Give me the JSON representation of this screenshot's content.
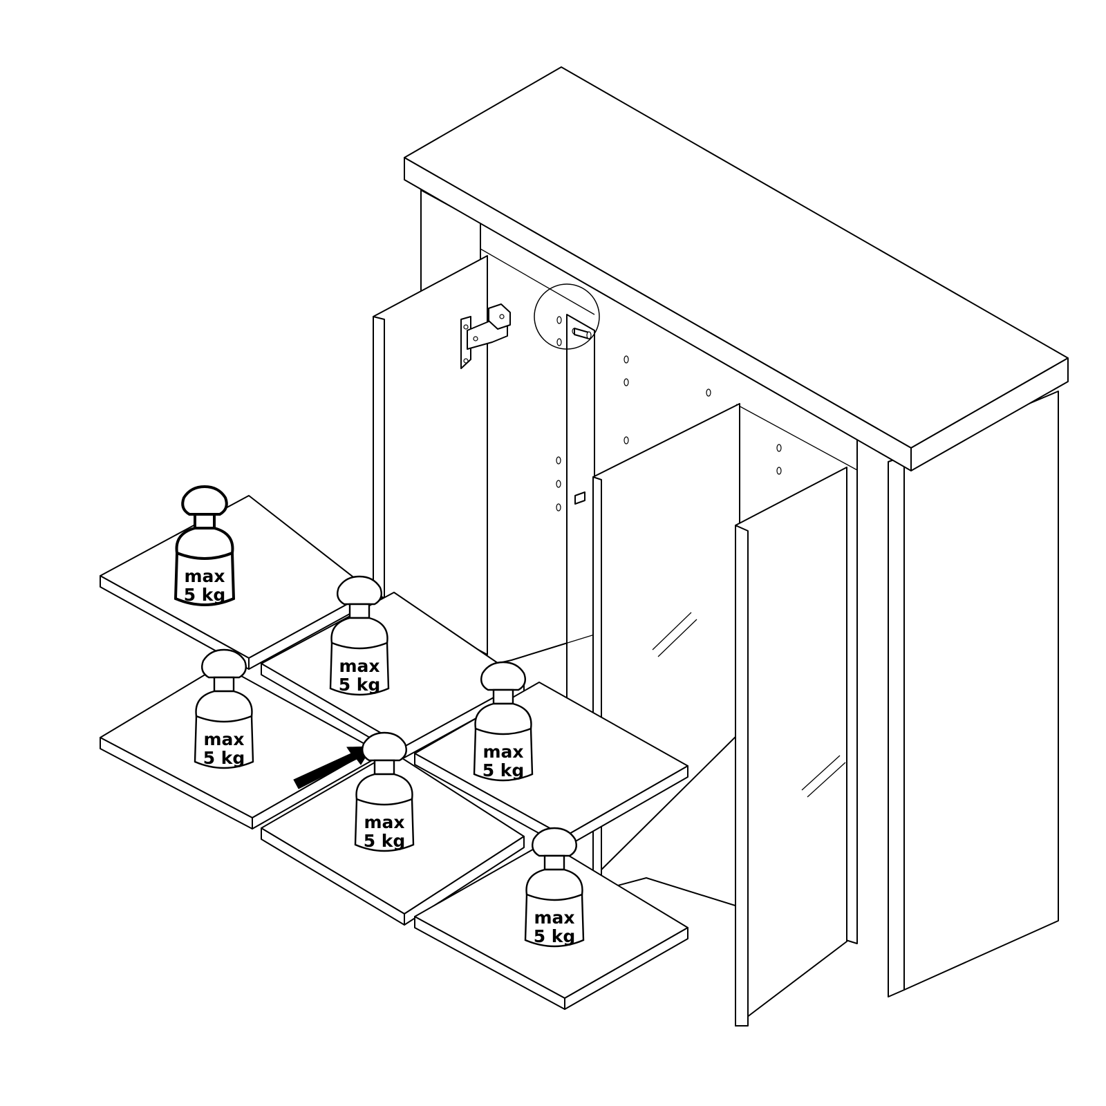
{
  "figure": {
    "weight_limit": {
      "line1": "max",
      "line2": "5 kg"
    },
    "shelf_count": 6,
    "colors": {
      "line": "#000000",
      "fill": "#ffffff",
      "arrow": "#000000"
    },
    "icons": [
      "weight-icon",
      "hinge-icon",
      "shelf-pin-icon",
      "insert-arrow-icon",
      "detail-circle-icon"
    ]
  }
}
